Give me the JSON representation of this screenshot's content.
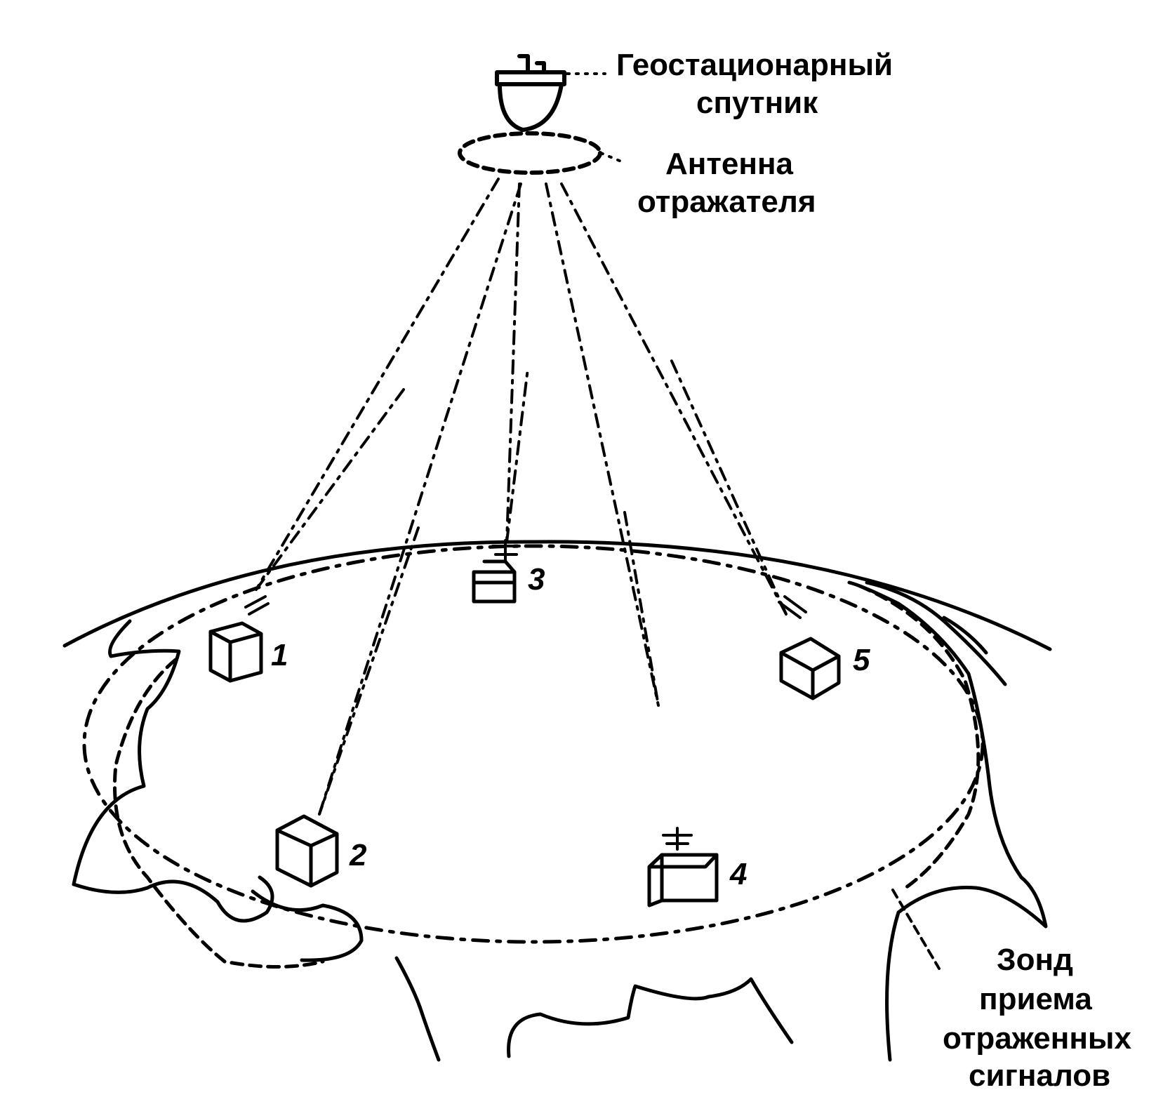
{
  "labels": {
    "satellite": [
      "Геостационарный",
      "спутник"
    ],
    "antenna": [
      "Антенна",
      "отражателя"
    ],
    "probe": [
      "Зонд",
      "приема",
      "отраженных",
      "сигналов"
    ]
  },
  "stations": [
    "1",
    "2",
    "3",
    "4",
    "5"
  ]
}
